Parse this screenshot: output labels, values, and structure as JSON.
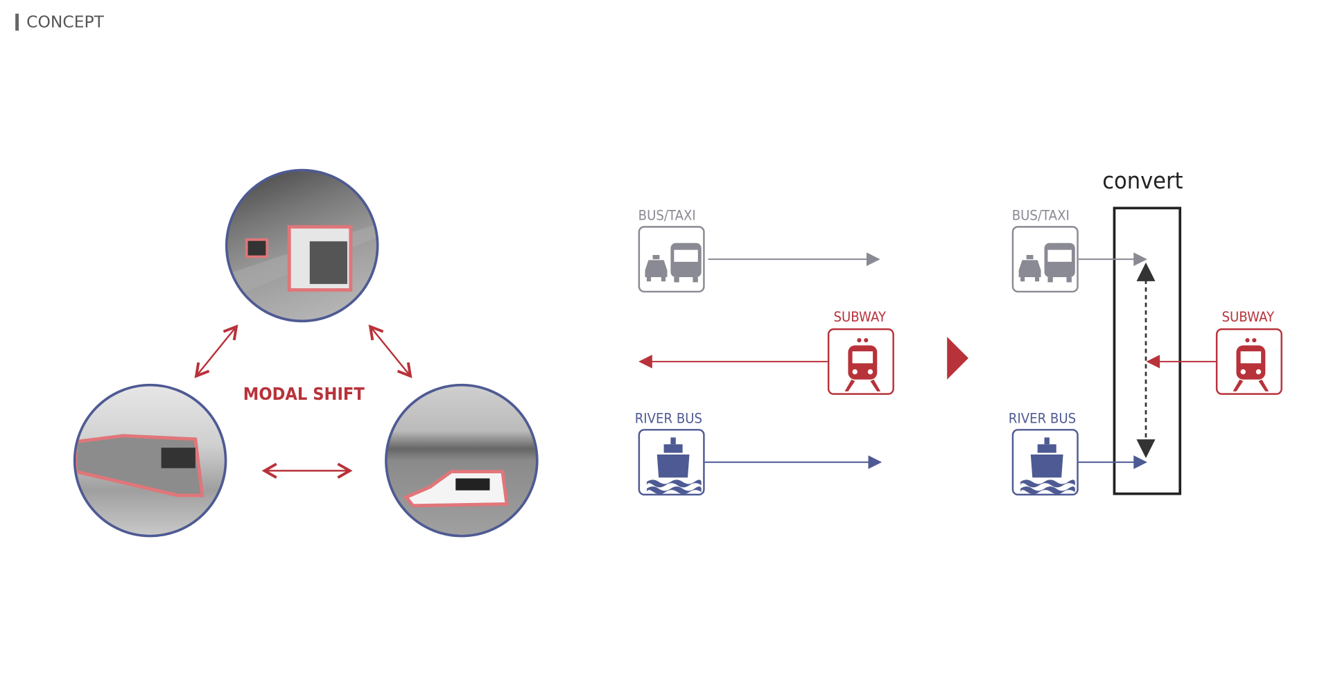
{
  "header": {
    "title": "CONCEPT"
  },
  "left": {
    "center_label": "MODAL SHIFT",
    "images": [
      "road-traffic-photo",
      "subway-train-photo",
      "river-bus-photo"
    ]
  },
  "before": {
    "bus_taxi": "BUS/TAXI",
    "subway": "SUBWAY",
    "river_bus": "RIVER BUS"
  },
  "after": {
    "convert": "convert",
    "bus_taxi": "BUS/TAXI",
    "subway": "SUBWAY",
    "river_bus": "RIVER BUS"
  },
  "colors": {
    "red": "#b8323a",
    "blue": "#4e5a93",
    "grey": "#8a8a94",
    "outline": "#e0767a"
  }
}
